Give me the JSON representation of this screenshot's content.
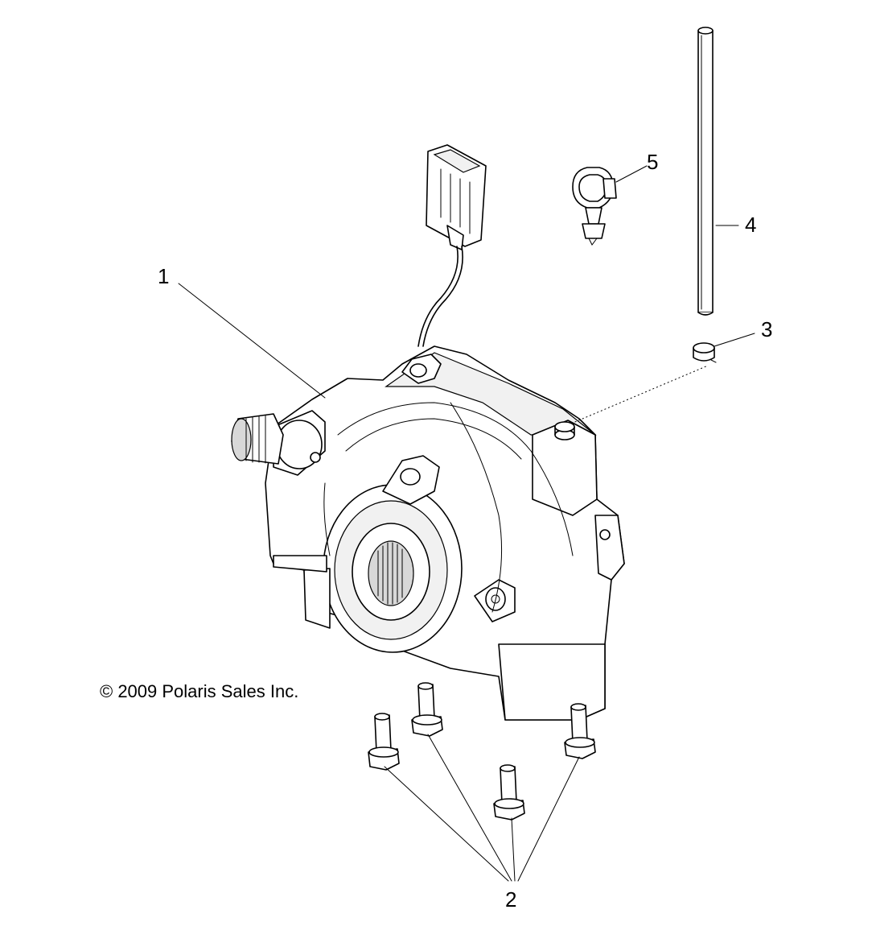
{
  "copyright": "© 2009 Polaris Sales Inc.",
  "callouts": [
    {
      "id": "1",
      "label": "1"
    },
    {
      "id": "2",
      "label": "2"
    },
    {
      "id": "3",
      "label": "3"
    },
    {
      "id": "4",
      "label": "4"
    },
    {
      "id": "5",
      "label": "5"
    }
  ]
}
